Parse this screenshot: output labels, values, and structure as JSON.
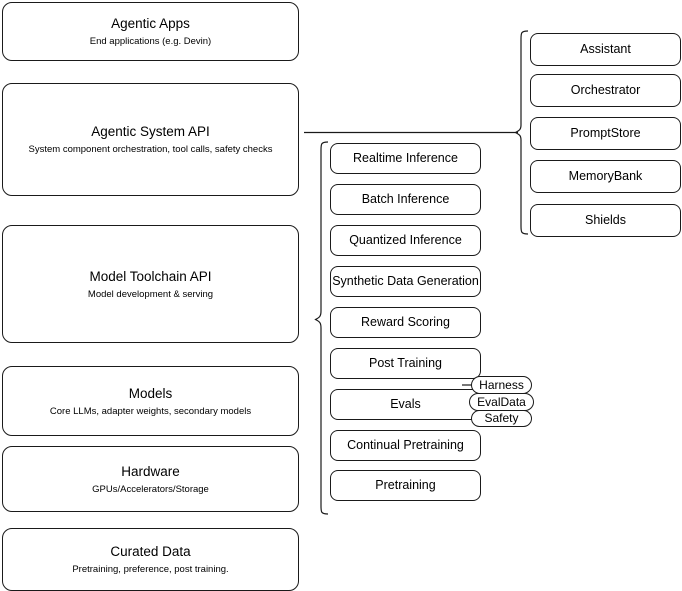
{
  "diagram": {
    "title": "AI Stack Layers Diagram",
    "stroke_color": "#1a1a1a",
    "background_color": "#ffffff"
  },
  "layers": [
    {
      "name": "agentic-apps",
      "title": "Agentic Apps",
      "subtitle": "End applications (e.g. Devin)"
    },
    {
      "name": "agentic-system-api",
      "title": "Agentic System API",
      "subtitle": "System component orchestration, tool calls, safety checks"
    },
    {
      "name": "model-toolchain-api",
      "title": "Model Toolchain API",
      "subtitle": "Model development & serving"
    },
    {
      "name": "models",
      "title": "Models",
      "subtitle": "Core LLMs, adapter weights, secondary models"
    },
    {
      "name": "hardware",
      "title": "Hardware",
      "subtitle": "GPUs/Accelerators/Storage"
    },
    {
      "name": "curated-data",
      "title": "Curated Data",
      "subtitle": "Pretraining, preference, post training."
    }
  ],
  "toolchain_services": [
    {
      "name": "realtime-inference",
      "label": "Realtime Inference"
    },
    {
      "name": "batch-inference",
      "label": "Batch Inference"
    },
    {
      "name": "quantized-inference",
      "label": "Quantized Inference"
    },
    {
      "name": "synthetic-data-generation",
      "label": "Synthetic Data Generation"
    },
    {
      "name": "reward-scoring",
      "label": "Reward Scoring"
    },
    {
      "name": "post-training",
      "label": "Post Training"
    },
    {
      "name": "evals",
      "label": "Evals"
    },
    {
      "name": "continual-pretraining",
      "label": "Continual Pretraining"
    },
    {
      "name": "pretraining",
      "label": "Pretraining"
    }
  ],
  "eval_subcomponents": [
    {
      "name": "harness",
      "label": "Harness"
    },
    {
      "name": "evaldata",
      "label": "EvalData"
    },
    {
      "name": "safety",
      "label": "Safety"
    }
  ],
  "system_components": [
    {
      "name": "assistant",
      "label": "Assistant"
    },
    {
      "name": "orchestrator",
      "label": "Orchestrator"
    },
    {
      "name": "promptstore",
      "label": "PromptStore"
    },
    {
      "name": "memorybank",
      "label": "MemoryBank"
    },
    {
      "name": "shields",
      "label": "Shields"
    }
  ]
}
